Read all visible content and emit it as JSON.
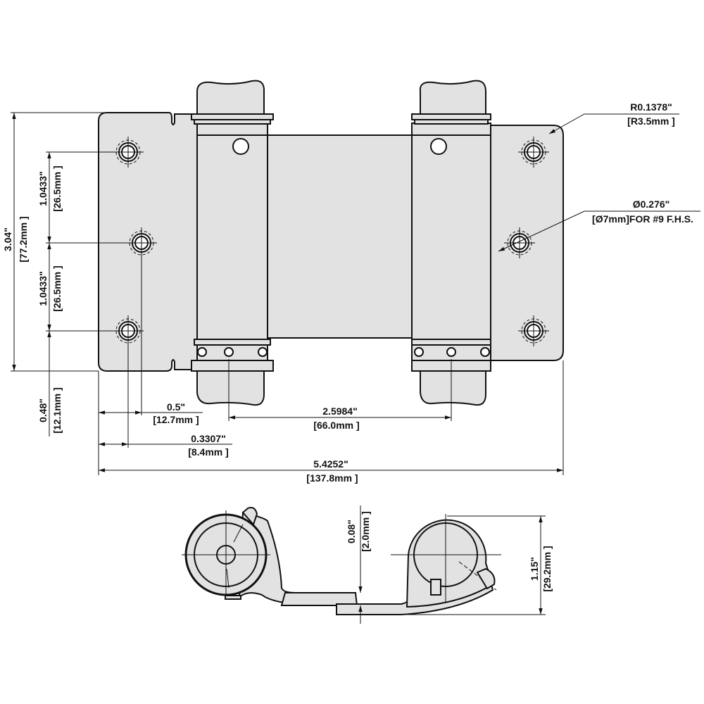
{
  "dimensions": {
    "height_total": {
      "in": "3.04\"",
      "mm": "[77.2mm ]"
    },
    "hole_spacing_upper": {
      "in": "1.0433\"",
      "mm": "[26.5mm ]"
    },
    "hole_spacing_lower": {
      "in": "1.0433\"",
      "mm": "[26.5mm ]"
    },
    "bottom_offset": {
      "in": "0.48\"",
      "mm": "[12.1mm ]"
    },
    "hole_offset_center": {
      "in": "0.5\"",
      "mm": "[12.7mm ]"
    },
    "knuckle_hole_spacing": {
      "in": "2.5984\"",
      "mm": "[66.0mm ]"
    },
    "hole_offset_outer": {
      "in": "0.3307\"",
      "mm": "[8.4mm ]"
    },
    "width_total": {
      "in": "5.4252\"",
      "mm": "[137.8mm ]"
    },
    "corner_radius": {
      "in": "R0.1378\"",
      "mm": "[R3.5mm ]"
    },
    "hole_diameter": {
      "in": "Ø0.276\"",
      "mm": "[Ø7mm]FOR #9 F.H.S."
    },
    "thickness": {
      "in": "0.08\"",
      "mm": "[2.0mm ]"
    },
    "depth": {
      "in": "1.15\"",
      "mm": "[29.2mm ]"
    }
  },
  "colors": {
    "fill": "#e2e2e2",
    "line": "#111111"
  }
}
